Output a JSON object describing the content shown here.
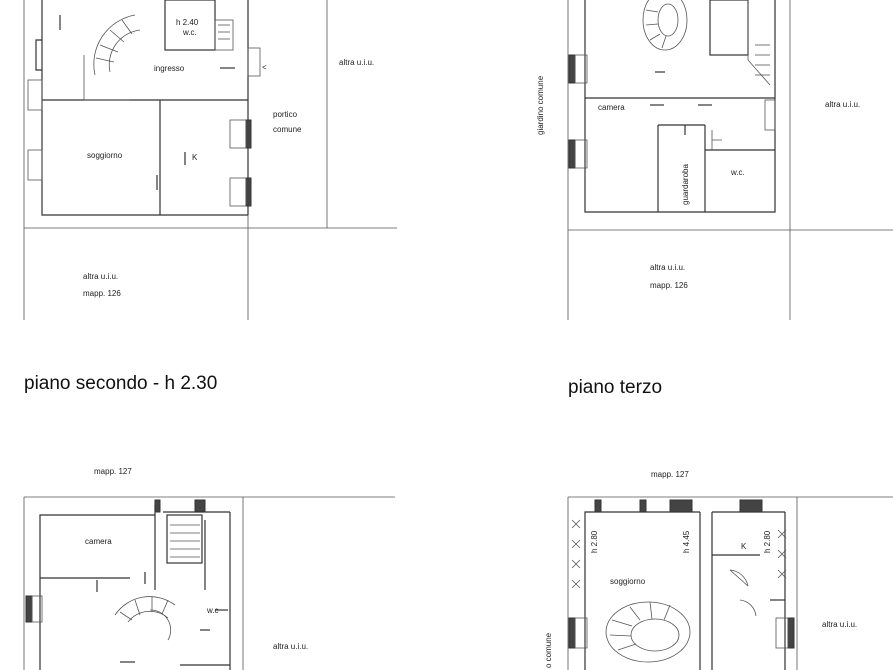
{
  "sheet": {
    "plan_a": {
      "room_wc": "w.c.",
      "height_mark": "h 2.40",
      "room_entry": "ingresso",
      "altra_right": "altra u.i.u.",
      "portico_line1": "portico",
      "portico_line2": "comune",
      "room_living": "soggiorno",
      "kitchen": "K",
      "altra_bottom_line1": "altra u.i.u.",
      "altra_bottom_line2": "mapp. 126"
    },
    "plan_b": {
      "garden": "giardino comune",
      "room_bedroom": "camera",
      "wardrobe": "guardaroba",
      "room_wc": "w.c.",
      "altra_right": "altra u.i.u.",
      "altra_bottom_line1": "altra u.i.u.",
      "altra_bottom_line2": "mapp. 126"
    },
    "title_secondo": "piano secondo - h 2.30",
    "title_terzo": "piano terzo",
    "plan_c": {
      "mapp_top": "mapp. 127",
      "room_bedroom": "camera",
      "room_wc": "w.c",
      "altra_right": "altra u.i.u."
    },
    "plan_d": {
      "mapp_top": "mapp. 127",
      "h1": "h 2.80",
      "h2": "h 4.45",
      "h3": "h 2.80",
      "kitchen": "K",
      "room_living": "soggiorno",
      "garden": "o comune",
      "altra_right": "altra u.i.u."
    }
  }
}
